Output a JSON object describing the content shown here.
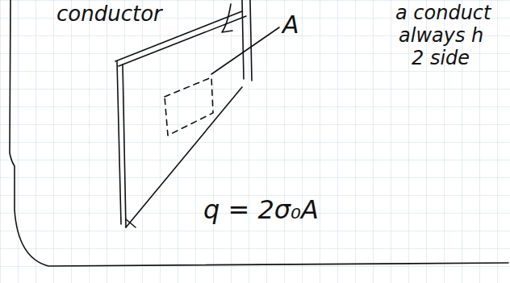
{
  "diagram": {
    "labels": [
      "conductor",
      "A",
      "a conduct",
      "always h",
      "2 side",
      "q = 2σ₀A"
    ]
  }
}
